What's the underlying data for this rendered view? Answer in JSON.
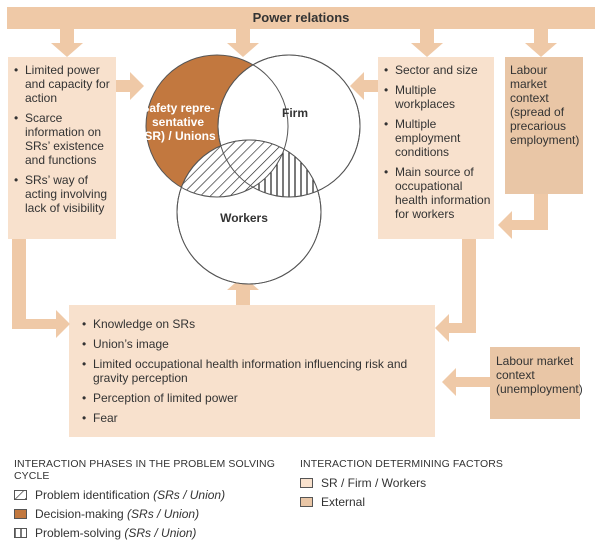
{
  "title": "Power relations",
  "left_box": {
    "items": [
      "Limited power and capacity for action",
      "Scarce information on SRs’ existence and functions",
      "SRs’ way of acting involving lack of visibility"
    ]
  },
  "venn": {
    "sr_label_line1": "Safety repre-",
    "sr_label_line2": "sentative",
    "sr_label_line3": "(SR) / Unions",
    "firm_label": "Firm",
    "workers_label": "Workers"
  },
  "right_box": {
    "items": [
      "Sector and size",
      "Multiple workplaces",
      "Multiple employment conditions",
      "Main source of occupational health information for workers"
    ]
  },
  "labour_top": {
    "line1": "Labour",
    "line2": "market",
    "line3": "context",
    "line4": "(spread of",
    "line5": "precarious",
    "line6": "employment)"
  },
  "bottom_box": {
    "items": [
      "Knowledge on SRs",
      "Union’s image",
      "Limited occupational health information influencing risk and gravity perception",
      "Perception of limited power",
      "Fear"
    ]
  },
  "labour_bottom": {
    "line1": "Labour market",
    "line2": "context",
    "line3": "(unemployment)"
  },
  "legend_phases": {
    "title": "INTERACTION PHASES IN THE PROBLEM SOLVING CYCLE",
    "items": [
      {
        "label": "Problem identification",
        "paren": "(SRs / Union)"
      },
      {
        "label": "Decision-making",
        "paren": "(SRs / Union)"
      },
      {
        "label": "Problem-solving",
        "paren": "(SRs / Union)"
      }
    ]
  },
  "legend_factors": {
    "title": "INTERACTION DETERMINING FACTORS",
    "items": [
      {
        "label": "SR / Firm / Workers"
      },
      {
        "label": "External"
      }
    ]
  },
  "colors": {
    "box_light": "#f8e1cd",
    "box_external": "#e9c6a6",
    "arrow": "#efc9a7",
    "sr_circle": "#c2783f"
  }
}
